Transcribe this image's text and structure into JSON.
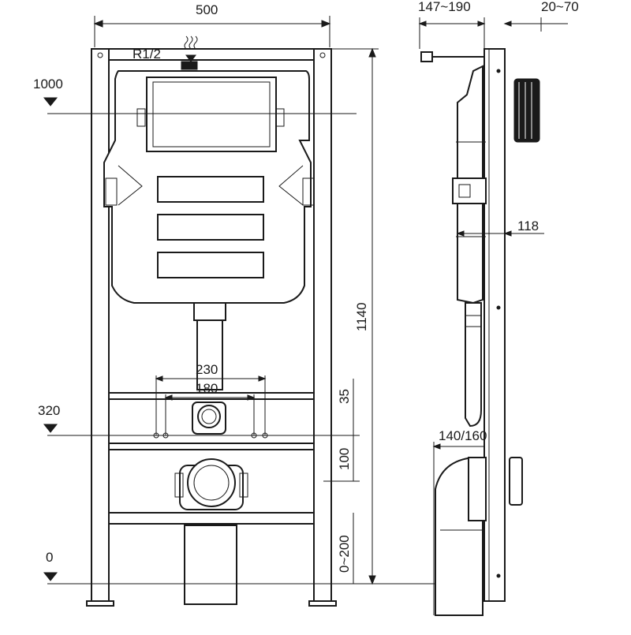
{
  "front_view": {
    "width_label": "500",
    "thread_label": "R1/2",
    "height_label": "1140",
    "level_1000": "1000",
    "level_320": "320",
    "level_0": "0",
    "outlet_spacing_230": "230",
    "outlet_spacing_180": "180",
    "offset_35": "35",
    "offset_100": "100",
    "range_0_200": "0~200"
  },
  "side_view": {
    "depth_label": "147~190",
    "button_range_label": "20~70",
    "frame_depth_label": "118",
    "pipe_label": "140/160"
  }
}
